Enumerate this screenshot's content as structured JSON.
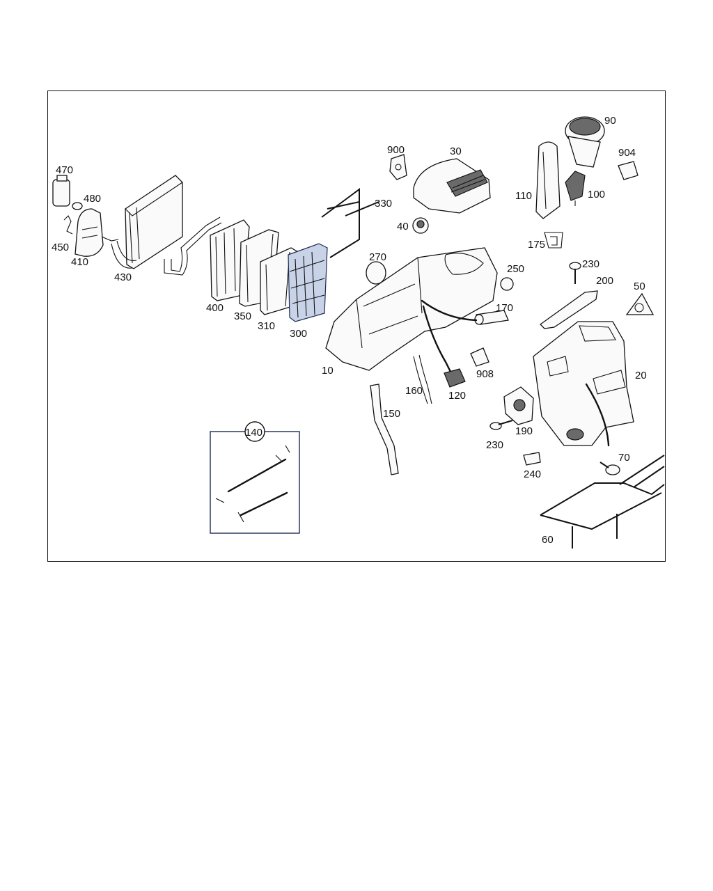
{
  "callouts": {
    "p10": "10",
    "p20": "20",
    "p30": "30",
    "p40": "40",
    "p50": "50",
    "p60": "60",
    "p70": "70",
    "p90": "90",
    "p100": "100",
    "p110": "110",
    "p120": "120",
    "p140": "140",
    "p150": "150",
    "p160": "160",
    "p170": "170",
    "p175": "175",
    "p190": "190",
    "p200": "200",
    "p230a": "230",
    "p230b": "230",
    "p240": "240",
    "p250": "250",
    "p270": "270",
    "p300": "300",
    "p310": "310",
    "p330": "330",
    "p350": "350",
    "p400": "400",
    "p410": "410",
    "p430": "430",
    "p450": "450",
    "p470": "470",
    "p480": "480",
    "p900": "900",
    "p904": "904",
    "p908": "908"
  },
  "colors": {
    "line": "#111111",
    "filter_media": "#1d2a52",
    "background": "#ffffff"
  }
}
